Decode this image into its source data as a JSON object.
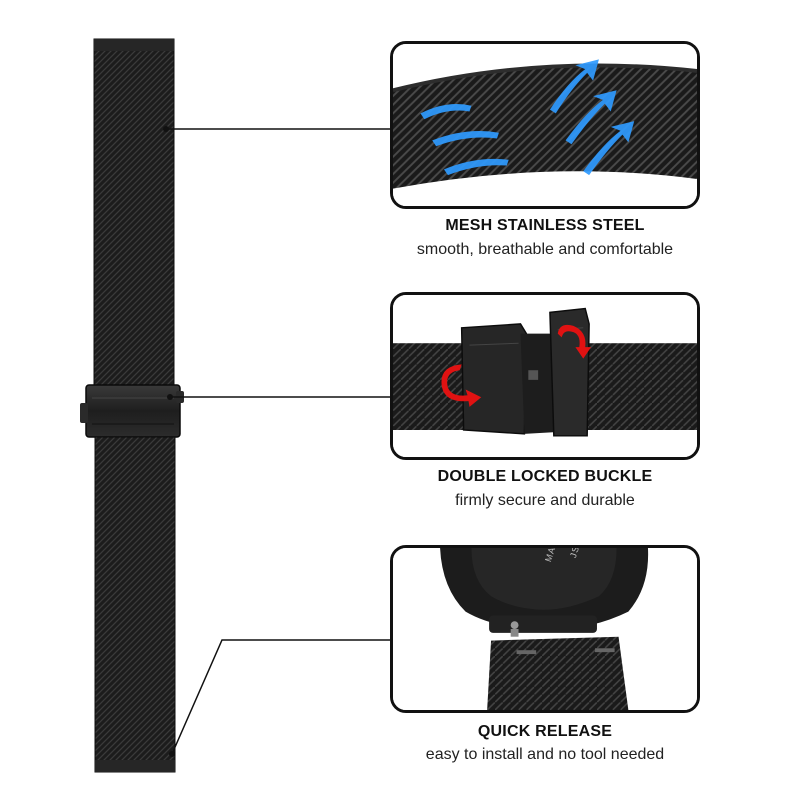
{
  "features": [
    {
      "title": "MESH STAINLESS STEEL",
      "subtitle": "smooth, breathable and comfortable"
    },
    {
      "title": "DOUBLE LOCKED BUCKLE",
      "subtitle": "firmly secure and durable"
    },
    {
      "title": "QUICK RELEASE",
      "subtitle": "easy to install and no tool needed"
    }
  ],
  "panel_text": {
    "case_text": "MADE IN TAIWAN",
    "case_text_2": "JSTERS"
  },
  "colors": {
    "strap": "#1a1a1a",
    "strap_highlight": "#3a3a3a",
    "airflow_arrow": "#2f9bff",
    "lock_arrow": "#e01212",
    "outline": "#111111"
  },
  "icons": [
    "airflow-arrow-icon",
    "lock-arrow-icon"
  ]
}
